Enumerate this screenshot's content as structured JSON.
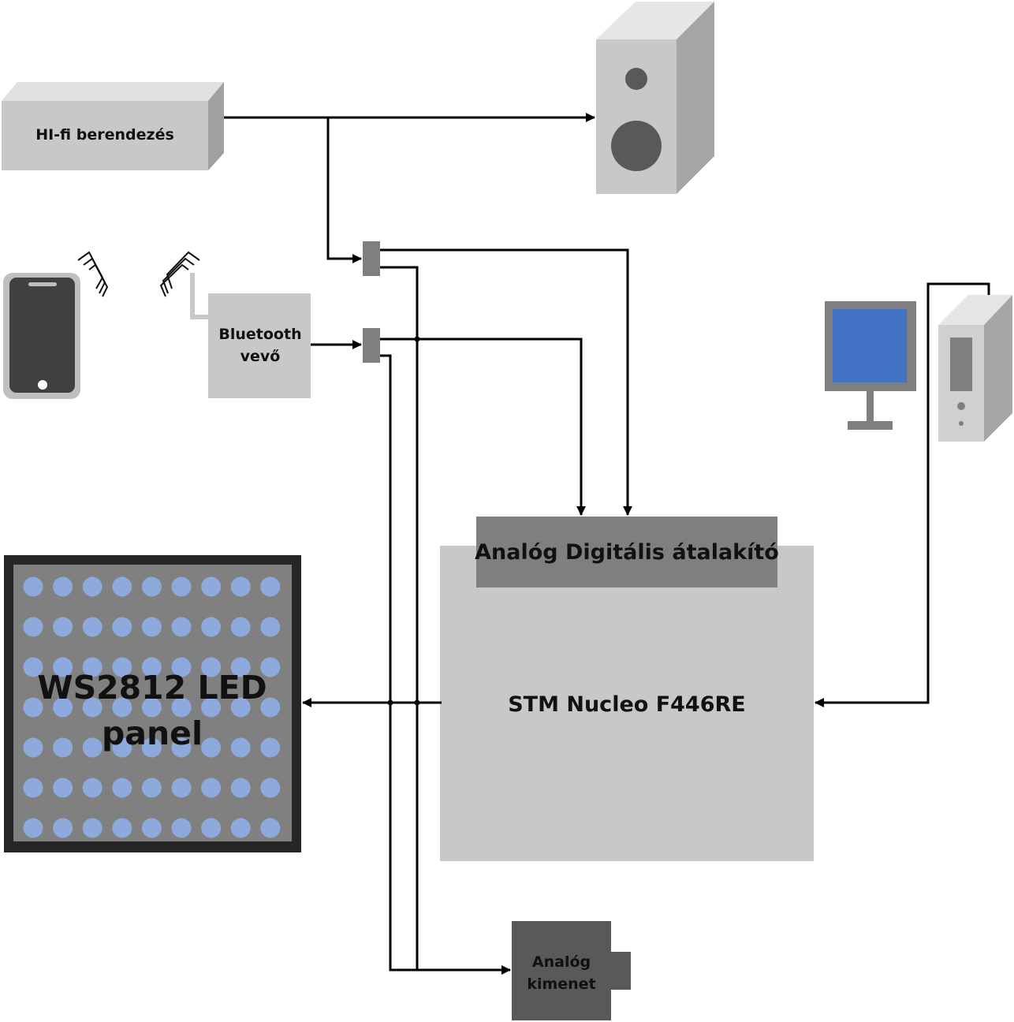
{
  "hifi": {
    "label": "HI-fi berendezés"
  },
  "bluetooth": {
    "line1": "Bluetooth",
    "line2": "vevő"
  },
  "adc": {
    "label": "Analóg Digitális átalakító"
  },
  "mcu": {
    "label": "STM Nucleo F446RE"
  },
  "led_panel": {
    "line1": "WS2812 LED",
    "line2": "panel",
    "rows": 7,
    "cols": 9
  },
  "analog_out": {
    "line1": "Analóg",
    "line2": "kimenet"
  },
  "icons": {
    "speaker": "speaker-icon",
    "phone": "smartphone-icon",
    "monitor": "monitor-icon",
    "pc": "pc-tower-icon"
  },
  "colors": {
    "box_light": "#c8c8c8",
    "box_dark": "#7f7f7f",
    "panel_frame": "#262626",
    "panel_bg": "#808080",
    "led": "#8ea9db",
    "screen": "#4472c4",
    "wire": "#000000"
  }
}
